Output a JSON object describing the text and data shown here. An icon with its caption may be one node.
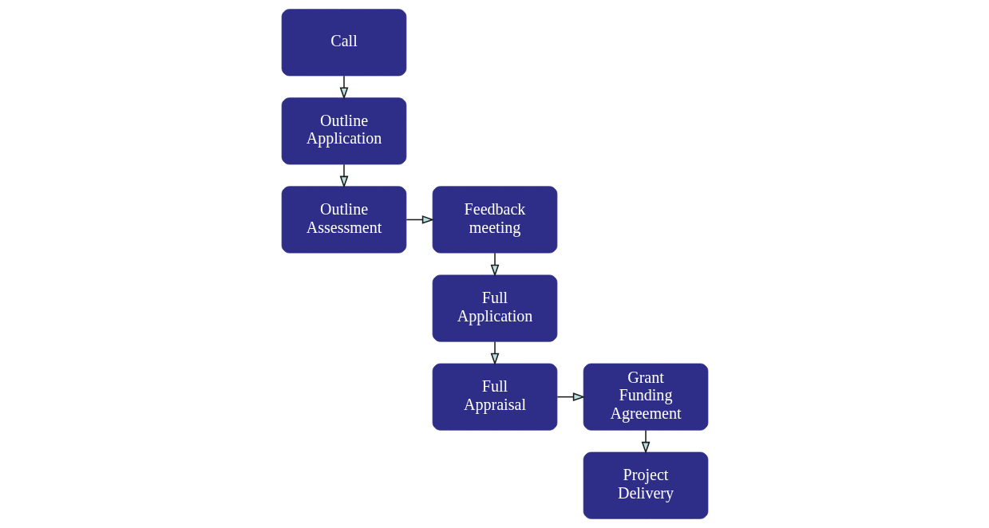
{
  "diagram": {
    "nodes": [
      {
        "text": [
          "Call"
        ]
      },
      {
        "text": [
          "Outline Application"
        ]
      },
      {
        "text": [
          "Outline Assessment"
        ]
      },
      {
        "text": [
          "Feedback meeting"
        ]
      },
      {
        "text": [
          "Full Application"
        ]
      },
      {
        "text": [
          "Full Appraisal"
        ]
      },
      {
        "text": [
          "Grant Funding Agreement"
        ]
      },
      {
        "text": [
          "Project Delivery"
        ]
      }
    ],
    "edges": [
      {
        "from": 0,
        "to": 1,
        "arrow": "to"
      },
      {
        "from": 1,
        "to": 2,
        "arrow": "to"
      },
      {
        "from": 2,
        "to": 3,
        "arrow": "to"
      },
      {
        "from": 3,
        "to": 4,
        "arrow": "to"
      },
      {
        "from": 4,
        "to": 5,
        "arrow": "to"
      },
      {
        "from": 5,
        "to": 6,
        "arrow": "to"
      },
      {
        "from": 6,
        "to": 7,
        "arrow": "to"
      }
    ]
  }
}
